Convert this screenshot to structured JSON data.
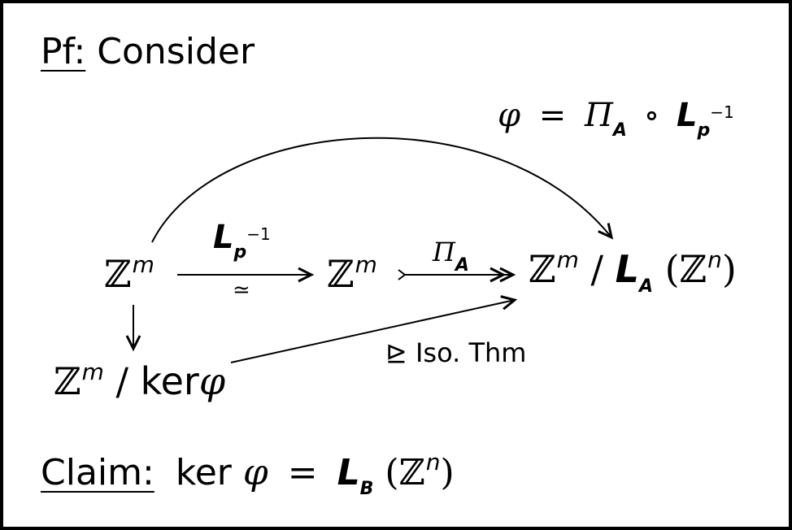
{
  "proof": {
    "label": "Pf:",
    "text": "Consider"
  },
  "arc_label": {
    "phi": "φ",
    "eq": "=",
    "pi": "Π",
    "A": "A",
    "circ": "∘",
    "L": "L",
    "sub": "p",
    "sup": "−1"
  },
  "nodes": {
    "left": {
      "base": "ℤ",
      "sup": "m"
    },
    "middle": {
      "base": "ℤ",
      "sup": "m"
    },
    "right": {
      "base": "ℤ",
      "sup": "m",
      "slash": "/",
      "L": "L",
      "A": "A",
      "paren_open": "(",
      "Z": "ℤ",
      "n": "n",
      "paren_close": ")"
    },
    "bottom": {
      "base": "ℤ",
      "sup": "m",
      "slash": "/",
      "ker": "ker",
      "phi": "φ"
    }
  },
  "arrows": {
    "iso_top": {
      "L": "L",
      "sub": "p",
      "sup": "−1"
    },
    "iso_symbol": "≃",
    "pi": {
      "symbol": "Π",
      "sub": "A"
    },
    "iso_thm": {
      "symbol": "⊵",
      "text": "Iso. Thm"
    }
  },
  "claim": {
    "label": "Claim:",
    "ker": "ker",
    "phi": "φ",
    "eq": "=",
    "L": "L",
    "B": "B",
    "paren_open": "(",
    "Z": "ℤ",
    "n": "n",
    "paren_close": ")"
  }
}
